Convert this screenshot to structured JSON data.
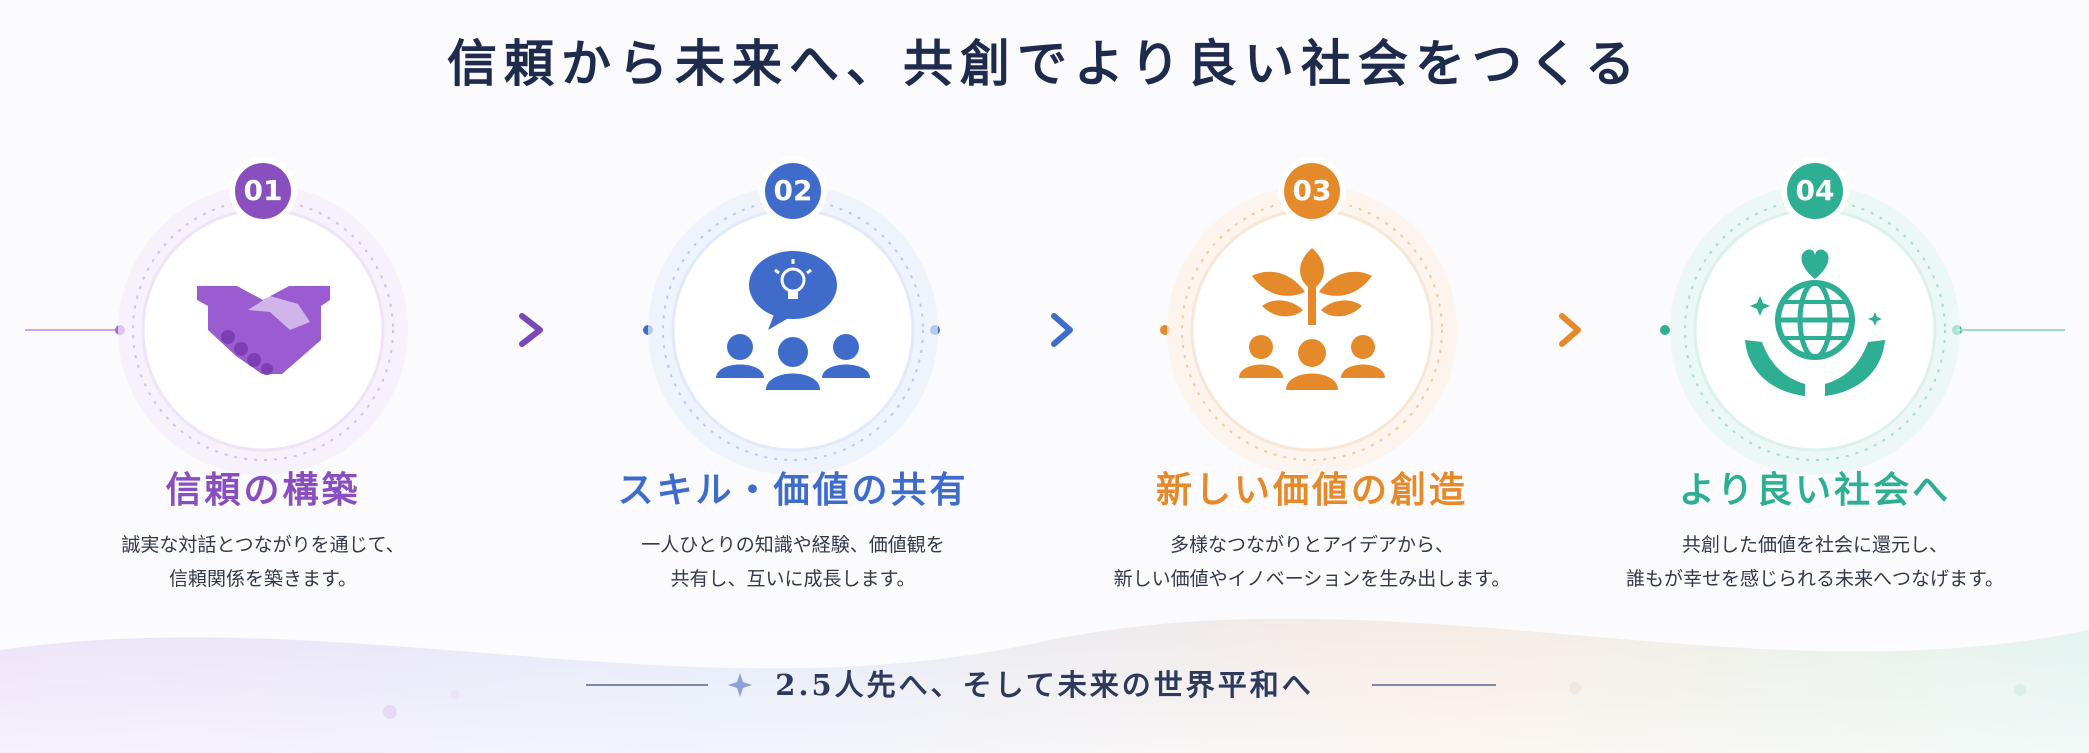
{
  "title": "信頼から未来へ、共創でより良い社会をつくる",
  "colors": {
    "purple": "#8a4fbf",
    "blue": "#3f6ccb",
    "orange": "#e58a2a",
    "teal": "#2eae93",
    "navy": "#1e2b4d"
  },
  "steps": [
    {
      "number": "01",
      "title": "信頼の構築",
      "desc_lines": [
        "誠実な対話とつながりを通じて、",
        "信頼関係を築きます。"
      ],
      "icon": "handshake-icon",
      "color": "#8a4fbf"
    },
    {
      "number": "02",
      "title": "スキル・価値の共有",
      "desc_lines": [
        "一人ひとりの知識や経験、価値観を",
        "共有し、互いに成長します。"
      ],
      "icon": "idea-sharing-people-icon",
      "color": "#3f6ccb"
    },
    {
      "number": "03",
      "title": "新しい価値の創造",
      "desc_lines": [
        "多様なつながりとアイデアから、",
        "新しい価値やイノベーションを生み出します。"
      ],
      "icon": "growing-plant-people-icon",
      "color": "#e58a2a"
    },
    {
      "number": "04",
      "title": "より良い社会へ",
      "desc_lines": [
        "共創した価値を社会に還元し、",
        "誰もが幸せを感じられる未来へつなげます。"
      ],
      "icon": "globe-in-hands-icon",
      "color": "#2eae93"
    }
  ],
  "footer": {
    "text": "2.5人先へ、そして未来の世界平和へ",
    "icon": "sparkle-icon"
  }
}
